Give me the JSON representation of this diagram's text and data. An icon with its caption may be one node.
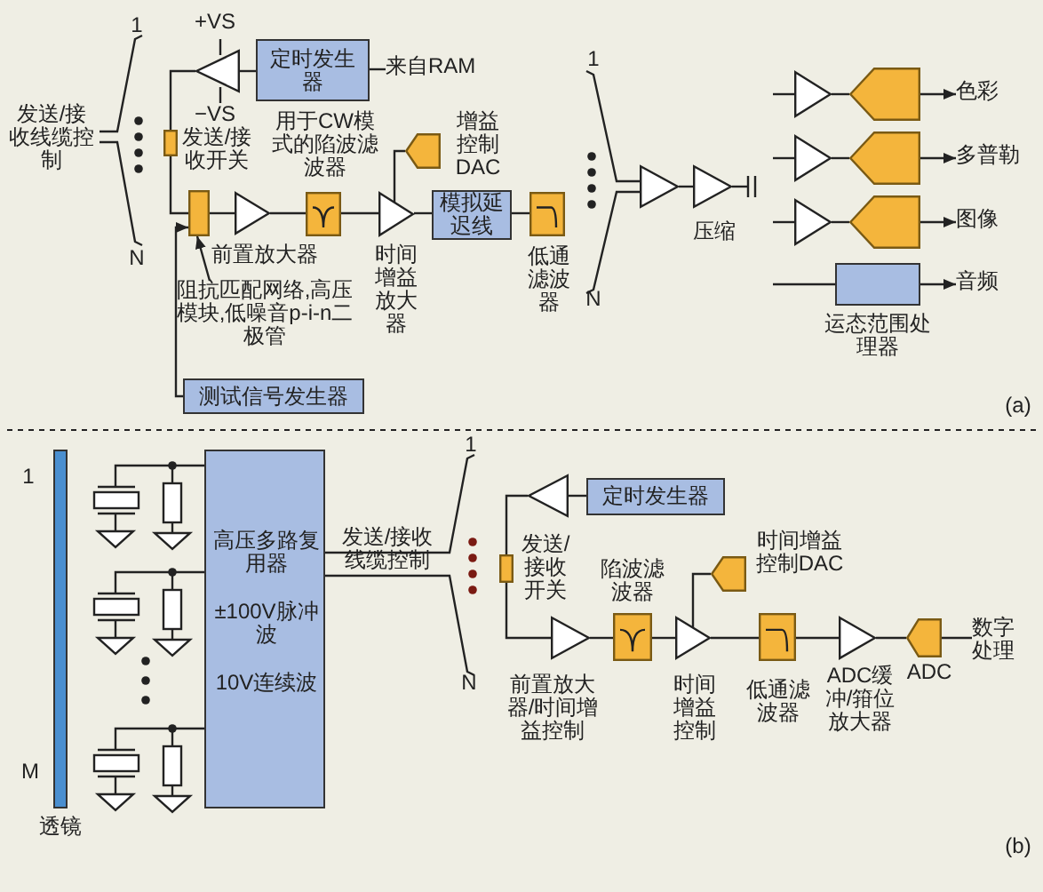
{
  "diagram": {
    "nodes": [
      {
        "text": [
          "定时发生器"
        ]
      },
      {
        "text": [
          "来自RAM"
        ]
      },
      {
        "text": [],
        "shape": "triangle"
      },
      {
        "text": [],
        "shape": "box",
        "beside": [
          "发送/接收开关"
        ]
      },
      {
        "text": [],
        "shape": "box"
      },
      {
        "text": [
          "阻抗匹配网络,高压模块,低噪音p-i-n二极管"
        ]
      },
      {
        "text": [],
        "shape": "triangle",
        "beside": [
          "前置放大器"
        ]
      },
      {
        "text": [],
        "shape": "box",
        "beside": [
          "用于CW模式的陷波滤波器"
        ]
      },
      {
        "text": [],
        "shape": "triangle",
        "beside": [
          "时间增益放大器"
        ]
      },
      {
        "text": [],
        "shape": "pentagon",
        "beside": [
          "增益控制DAC"
        ]
      },
      {
        "text": [
          "模拟延迟线"
        ]
      },
      {
        "text": [],
        "shape": "box",
        "beside": [
          "低通滤波器"
        ]
      },
      {
        "text": [
          "测试信号发生器"
        ]
      },
      {
        "text": [],
        "shape": "triangle"
      },
      {
        "text": [],
        "shape": "triangle"
      },
      {
        "text": [],
        "shape": "triangle"
      },
      {
        "text": [],
        "shape": "pentagon"
      },
      {
        "text": [
          "色彩"
        ]
      },
      {
        "text": [],
        "shape": "triangle"
      },
      {
        "text": [],
        "shape": "pentagon"
      },
      {
        "text": [
          "多普勒"
        ]
      },
      {
        "text": [],
        "shape": "triangle"
      },
      {
        "text": [],
        "shape": "pentagon"
      },
      {
        "text": [
          "图像"
        ]
      },
      {
        "text": [
          "运态范围处理器"
        ]
      },
      {
        "text": [
          "音频"
        ]
      },
      {
        "text": [
          "透镜"
        ]
      },
      {
        "text": [
          "高压多路复用器",
          "±100V脉冲波",
          "10V连续波"
        ]
      },
      {
        "text": [
          "定时发生器"
        ]
      },
      {
        "text": [],
        "shape": "triangle"
      },
      {
        "text": [],
        "shape": "box",
        "beside": [
          "发送/接收开关"
        ]
      },
      {
        "text": [],
        "shape": "triangle",
        "beside": [
          "前置放大器/时间增益控制"
        ]
      },
      {
        "text": [],
        "shape": "box",
        "beside": [
          "陷波滤波器"
        ]
      },
      {
        "text": [],
        "shape": "triangle",
        "beside": [
          "时间增益控制"
        ]
      },
      {
        "text": [],
        "shape": "pentagon",
        "beside": [
          "时间增益控制DAC"
        ]
      },
      {
        "text": [],
        "shape": "box",
        "beside": [
          "低通滤波器"
        ]
      },
      {
        "text": [],
        "shape": "triangle",
        "beside": [
          "ADC缓冲/箝位放大器"
        ]
      },
      {
        "text": [],
        "shape": "pentagon",
        "beside": [
          "ADC"
        ]
      },
      {
        "text": [
          "数字处理"
        ]
      }
    ],
    "edges": [
      {
        "from": 1,
        "to": 0,
        "arrow": "none"
      },
      {
        "from": 0,
        "to": 2,
        "arrow": "none"
      },
      {
        "from": 2,
        "to": 3,
        "arrow": "none"
      },
      {
        "from": 3,
        "to": 4,
        "arrow": "none"
      },
      {
        "from": 5,
        "to": 4,
        "arrow": "to"
      },
      {
        "from": 12,
        "to": 4,
        "arrow": "to"
      },
      {
        "from": 4,
        "to": 6,
        "arrow": "none"
      },
      {
        "from": 6,
        "to": 7,
        "arrow": "none"
      },
      {
        "from": 7,
        "to": 8,
        "arrow": "none"
      },
      {
        "from": 8,
        "to": 9,
        "arrow": "none"
      },
      {
        "from": 8,
        "to": 10,
        "arrow": "none"
      },
      {
        "from": 10,
        "to": 11,
        "arrow": "none"
      },
      {
        "from": 13,
        "to": 14,
        "arrow": "none"
      },
      {
        "from": null,
        "to": 15,
        "arrow": "none"
      },
      {
        "from": 15,
        "to": 16,
        "arrow": "none"
      },
      {
        "from": 16,
        "to": 17,
        "arrow": "to"
      },
      {
        "from": null,
        "to": 18,
        "arrow": "none"
      },
      {
        "from": 18,
        "to": 19,
        "arrow": "none"
      },
      {
        "from": 19,
        "to": 20,
        "arrow": "to"
      },
      {
        "from": null,
        "to": 21,
        "arrow": "none"
      },
      {
        "from": 21,
        "to": 22,
        "arrow": "none"
      },
      {
        "from": 22,
        "to": 23,
        "arrow": "to"
      },
      {
        "from": null,
        "to": 24,
        "arrow": "none"
      },
      {
        "from": 24,
        "to": 25,
        "arrow": "to"
      },
      {
        "from": 28,
        "to": 29,
        "arrow": "none"
      },
      {
        "from": 29,
        "to": 30,
        "arrow": "none"
      },
      {
        "from": 30,
        "to": 31,
        "arrow": "none"
      },
      {
        "from": 31,
        "to": 32,
        "arrow": "none"
      },
      {
        "from": 32,
        "to": 33,
        "arrow": "none"
      },
      {
        "from": 33,
        "to": 34,
        "arrow": "none"
      },
      {
        "from": 33,
        "to": 35,
        "arrow": "none"
      },
      {
        "from": 35,
        "to": 36,
        "arrow": "none"
      },
      {
        "from": 36,
        "to": 37,
        "arrow": "none"
      },
      {
        "from": 37,
        "to": 38,
        "arrow": "none"
      }
    ],
    "labels": [
      "1",
      "+VS",
      "发送/接收线缆控制",
      "−VS",
      "N",
      "1",
      "压缩",
      "N",
      "(a)",
      "1",
      "发送/接收线缆控制",
      "1",
      "N",
      "M",
      "(b)"
    ]
  }
}
